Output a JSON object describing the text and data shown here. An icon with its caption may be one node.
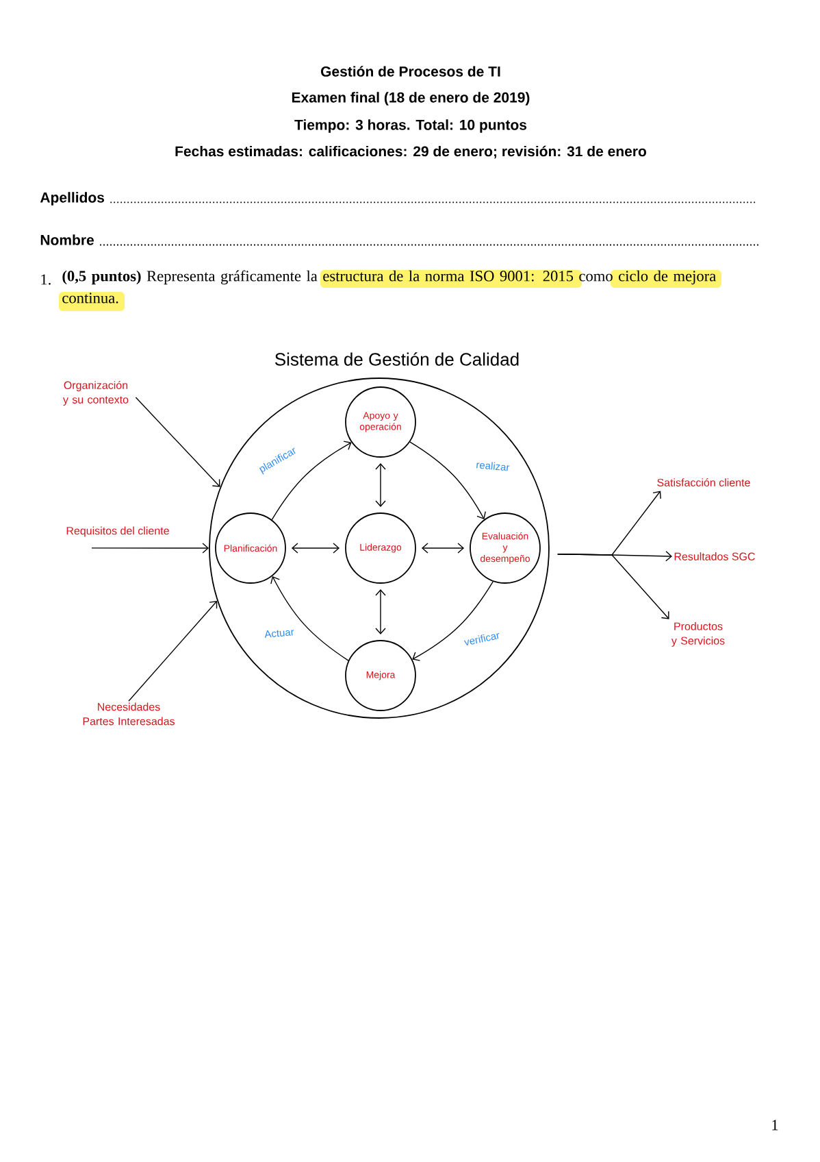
{
  "diagram": {
    "title": "Gestión de Procesos de TI",
    "nodes": [
      {
        "text": [
          "Sistema de Gestión de Calidad"
        ]
      },
      {
        "text": [
          "Apoyo y operación"
        ],
        "in": 0
      },
      {
        "text": [
          "Planificación"
        ],
        "in": 0
      },
      {
        "text": [
          "Liderazgo"
        ],
        "in": 0
      },
      {
        "text": [
          "Evaluación y desempeño"
        ],
        "in": 0
      },
      {
        "text": [
          "Mejora"
        ],
        "in": 0
      },
      {
        "text": [
          "Organización y su contexto"
        ]
      },
      {
        "text": [
          "Requisitos del cliente"
        ]
      },
      {
        "text": [
          "Necesidades Partes Interesadas"
        ]
      },
      {
        "text": [
          "Satisfacción cliente"
        ]
      },
      {
        "text": [
          "Resultados SGC"
        ]
      },
      {
        "text": [
          "Productos y Servicios"
        ]
      }
    ],
    "edges": [
      {
        "from": 6,
        "to": 0,
        "arrow": "to"
      },
      {
        "from": 7,
        "to": 0,
        "arrow": "to"
      },
      {
        "from": 8,
        "to": 0,
        "arrow": "to"
      },
      {
        "from": 2,
        "to": 1,
        "arrow": "to",
        "label": "planificar"
      },
      {
        "from": 1,
        "to": 4,
        "arrow": "to",
        "label": "realizar"
      },
      {
        "from": 4,
        "to": 5,
        "arrow": "to",
        "label": "verificar"
      },
      {
        "from": 5,
        "to": 2,
        "arrow": "to",
        "label": "Actuar"
      },
      {
        "from": 1,
        "to": 3,
        "arrow": "both"
      },
      {
        "from": 2,
        "to": 3,
        "arrow": "both"
      },
      {
        "from": 3,
        "to": 4,
        "arrow": "both"
      },
      {
        "from": 3,
        "to": 5,
        "arrow": "both"
      },
      {
        "from": 0,
        "to": 9,
        "arrow": "to"
      },
      {
        "from": 0,
        "to": 10,
        "arrow": "to"
      },
      {
        "from": 0,
        "to": 11,
        "arrow": "to"
      }
    ],
    "labels": [
      "Examen final (18 de enero de 2019)",
      "Tiempo: 3 horas. Total: 10 puntos",
      "Fechas estimadas: calificaciones: 29 de enero; revisión: 31 de enero",
      "Apellidos",
      "Nombre",
      "1.",
      "**(0,5 puntos)** Representa gráficamente la estructura de la norma ISO 9001: 2015 como ciclo de mejora continua.",
      "1"
    ]
  }
}
